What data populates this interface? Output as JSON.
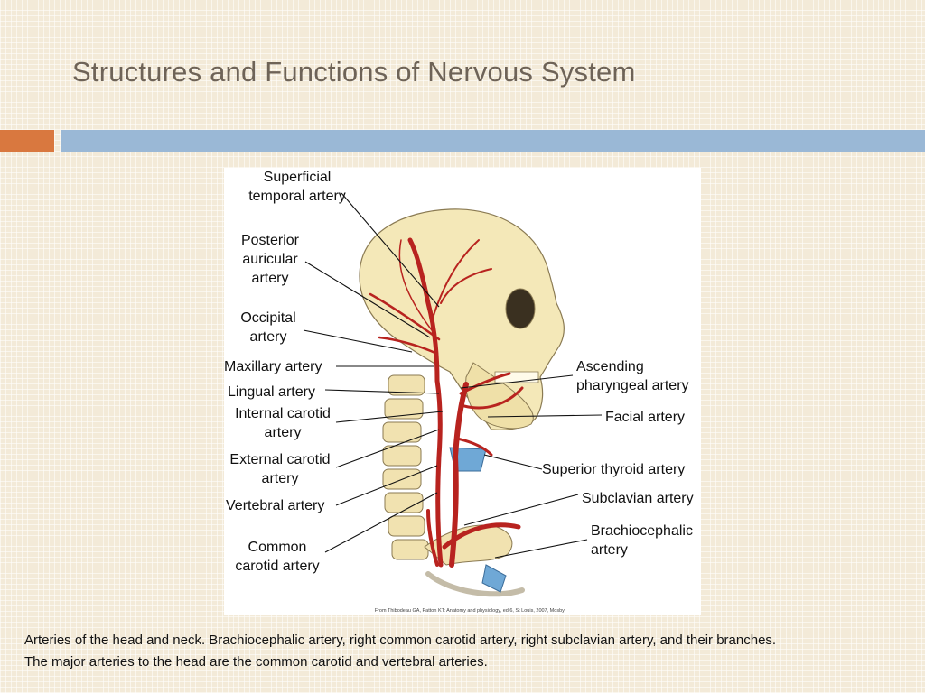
{
  "slide": {
    "title": "Structures and Functions of Nervous System",
    "caption": "Arteries of the head and neck. Brachiocephalic artery, right common carotid artery, right subclavian artery, and their branches. The major arteries to the head are the common carotid and vertebral arteries."
  },
  "figure": {
    "credit_text": "From Thibodeau GA, Patton KT: Anatomy and physiology, ed 6, St Louis, 2007, Mosby.",
    "labels": {
      "superficial_temporal": "Superficial\ntemporal artery",
      "posterior_auricular": "Posterior\nauricular\nartery",
      "occipital": "Occipital\nartery",
      "maxillary": "Maxillary artery",
      "lingual": "Lingual artery",
      "internal_carotid": "Internal carotid\nartery",
      "external_carotid": "External carotid\nartery",
      "vertebral": "Vertebral artery",
      "common_carotid": "Common\ncarotid artery",
      "ascending_pharyngeal": "Ascending\npharyngeal artery",
      "facial": "Facial artery",
      "superior_thyroid": "Superior thyroid artery",
      "subclavian": "Subclavian artery",
      "brachiocephalic": "Brachiocephalic\nartery"
    }
  },
  "colors": {
    "accent_orange": "#d9783f",
    "accent_blue": "#9ab8d6",
    "bone": "#f4e8b8",
    "artery": "#b8231f",
    "cartilage": "#6fa8d6"
  }
}
